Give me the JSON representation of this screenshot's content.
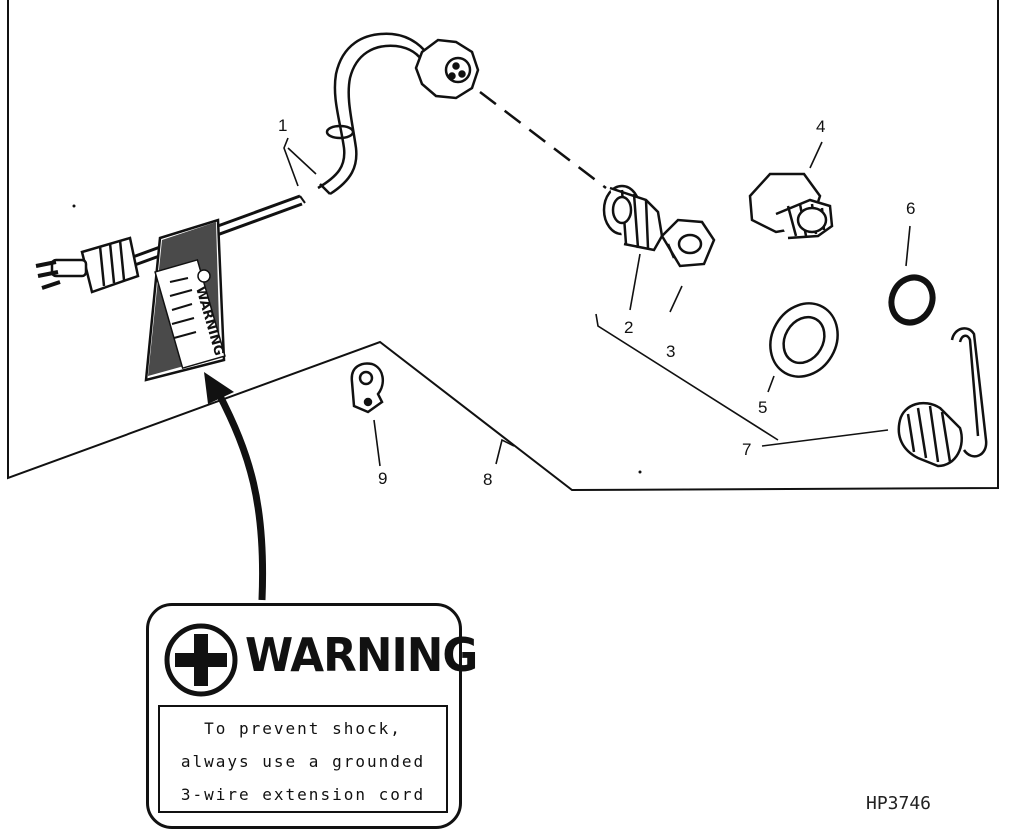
{
  "callouts": [
    "1",
    "2",
    "3",
    "4",
    "5",
    "6",
    "7",
    "8",
    "9"
  ],
  "warning_card": {
    "heading": "WARNING",
    "line1": "To prevent shock,",
    "line2": "always use a grounded",
    "line3": "3-wire extension cord"
  },
  "tag_heading": "WARNING",
  "drawing_code": "HP3746"
}
